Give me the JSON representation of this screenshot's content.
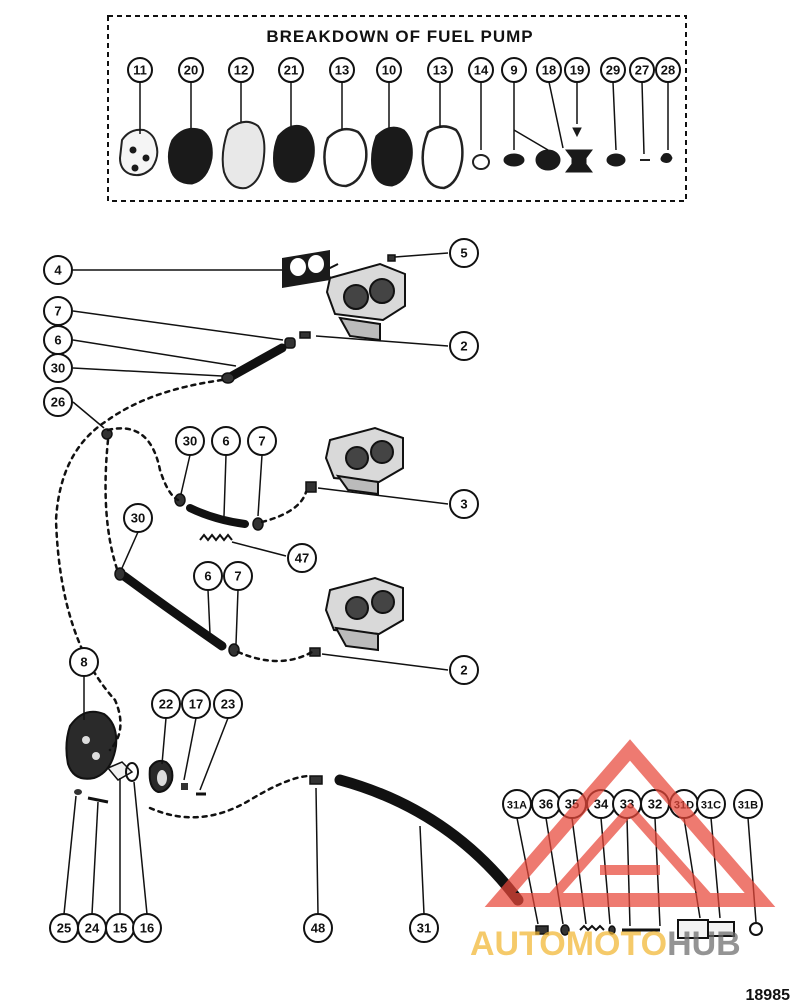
{
  "breakdown": {
    "title": "BREAKDOWN OF FUEL PUMP",
    "callouts": [
      "11",
      "20",
      "12",
      "21",
      "13",
      "10",
      "13",
      "14",
      "9",
      "18",
      "19",
      "29",
      "27",
      "28"
    ]
  },
  "main_callouts": {
    "c4": "4",
    "c5": "5",
    "c7a": "7",
    "c6a": "6",
    "c2a": "2",
    "c30a": "30",
    "c26": "26",
    "c30b": "30",
    "c6b": "6",
    "c7b": "7",
    "c3": "3",
    "c47": "47",
    "c30c": "30",
    "c6c": "6",
    "c7c": "7",
    "c2b": "2",
    "c8": "8",
    "c22": "22",
    "c17": "17",
    "c23": "23",
    "c25": "25",
    "c24": "24",
    "c15": "15",
    "c16": "16",
    "c48": "48",
    "c31": "31",
    "c31a": "31A",
    "c36": "36",
    "c35": "35",
    "c34": "34",
    "c33": "33",
    "c32": "32",
    "c31d": "31D",
    "c31c": "31C",
    "c31b": "31B"
  },
  "figure_number": "18985",
  "watermark": {
    "text_part1": "AUTOMOTO",
    "text_part2": "HUB",
    "color_primary": "#e8473a",
    "color_secondary": "#f2b632",
    "color_dark": "#6b6b6b"
  }
}
